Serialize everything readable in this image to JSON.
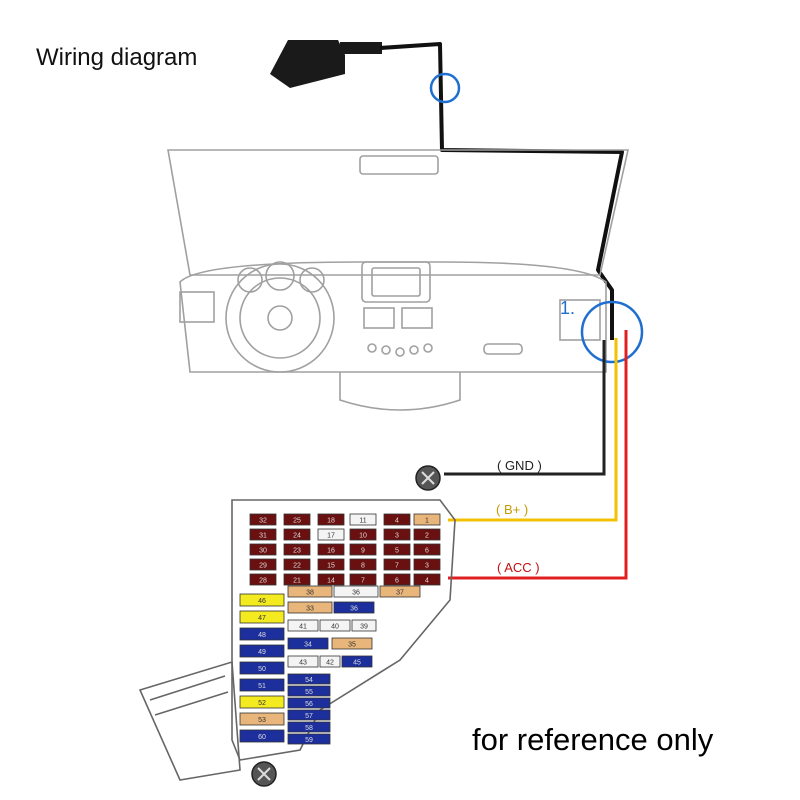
{
  "title": "Wiring diagram",
  "footer": "for reference only",
  "callout_number": "1.",
  "wires": {
    "gnd": "( GND )",
    "bplus": "( B+ )",
    "acc": "( ACC )"
  },
  "colors": {
    "outline": "#9a9a9a",
    "cable": "#111111",
    "callout": "#1f6fd0",
    "wire_gnd": "#222222",
    "wire_bplus": "#f2c200",
    "wire_acc": "#e02020",
    "fuse_dark_red": "#6b1010",
    "fuse_blue": "#1c2f9c",
    "fuse_yellow": "#f3ea20",
    "fuse_tan": "#e8b57a",
    "fuse_white": "#f4f4f4"
  },
  "fuse_labels": {
    "dark_block": [
      [
        "32",
        "25",
        "18",
        "11",
        "4",
        "1"
      ],
      [
        "31",
        "24",
        "17",
        "10",
        "3",
        "2"
      ],
      [
        "30",
        "23",
        "16",
        "9",
        "5",
        "6"
      ],
      [
        "29",
        "22",
        "15",
        "8",
        "7",
        "3"
      ],
      [
        "28",
        "21",
        "14",
        "7",
        "6",
        "4"
      ]
    ],
    "mid_row_1": [
      "38",
      "36",
      "37"
    ],
    "mid_row_2": [
      "33",
      "36"
    ],
    "mid_row_3": [
      "41",
      "40",
      "39"
    ],
    "mid_row_4": [
      "34",
      "35"
    ],
    "mid_row_5": [
      "43",
      "42",
      "45"
    ],
    "left_column": [
      "46",
      "47",
      "48",
      "49",
      "50",
      "51",
      "52",
      "53",
      "60"
    ],
    "center_column": [
      "54",
      "55",
      "56",
      "57",
      "58",
      "59"
    ]
  }
}
